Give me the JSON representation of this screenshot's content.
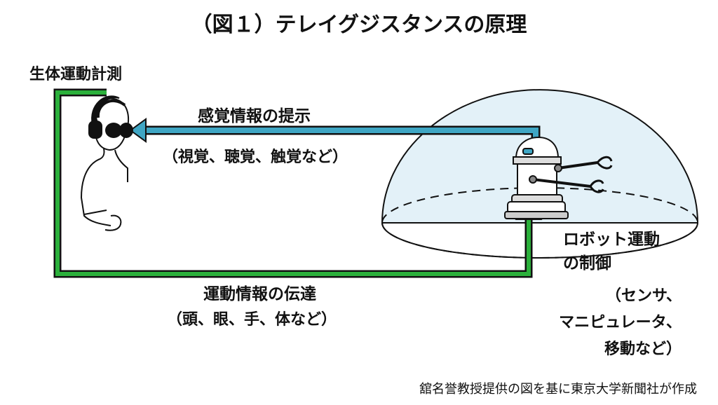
{
  "title": "（図１）テレイグジスタンスの原理",
  "human_label": "生体運動計測",
  "sensory": {
    "label": "感覚情報の提示",
    "detail": "（視覚、聴覚、触覚など）"
  },
  "motion": {
    "label": "運動情報の伝達",
    "detail": "（頭、眼、手、体など）"
  },
  "robot": {
    "label_line1": "ロボット運動",
    "label_line2": "の制御",
    "detail_line1": "（センサ、",
    "detail_line2": "マニピュレータ、",
    "detail_line3": "移動など）"
  },
  "credit": "舘名誉教授提供の図を基に東京大学新聞社が作成",
  "colors": {
    "sensory_arrow": "#3fa6c4",
    "motion_arrow": "#2bb03b",
    "dome": "#e3f1f8",
    "outline": "#111111"
  }
}
